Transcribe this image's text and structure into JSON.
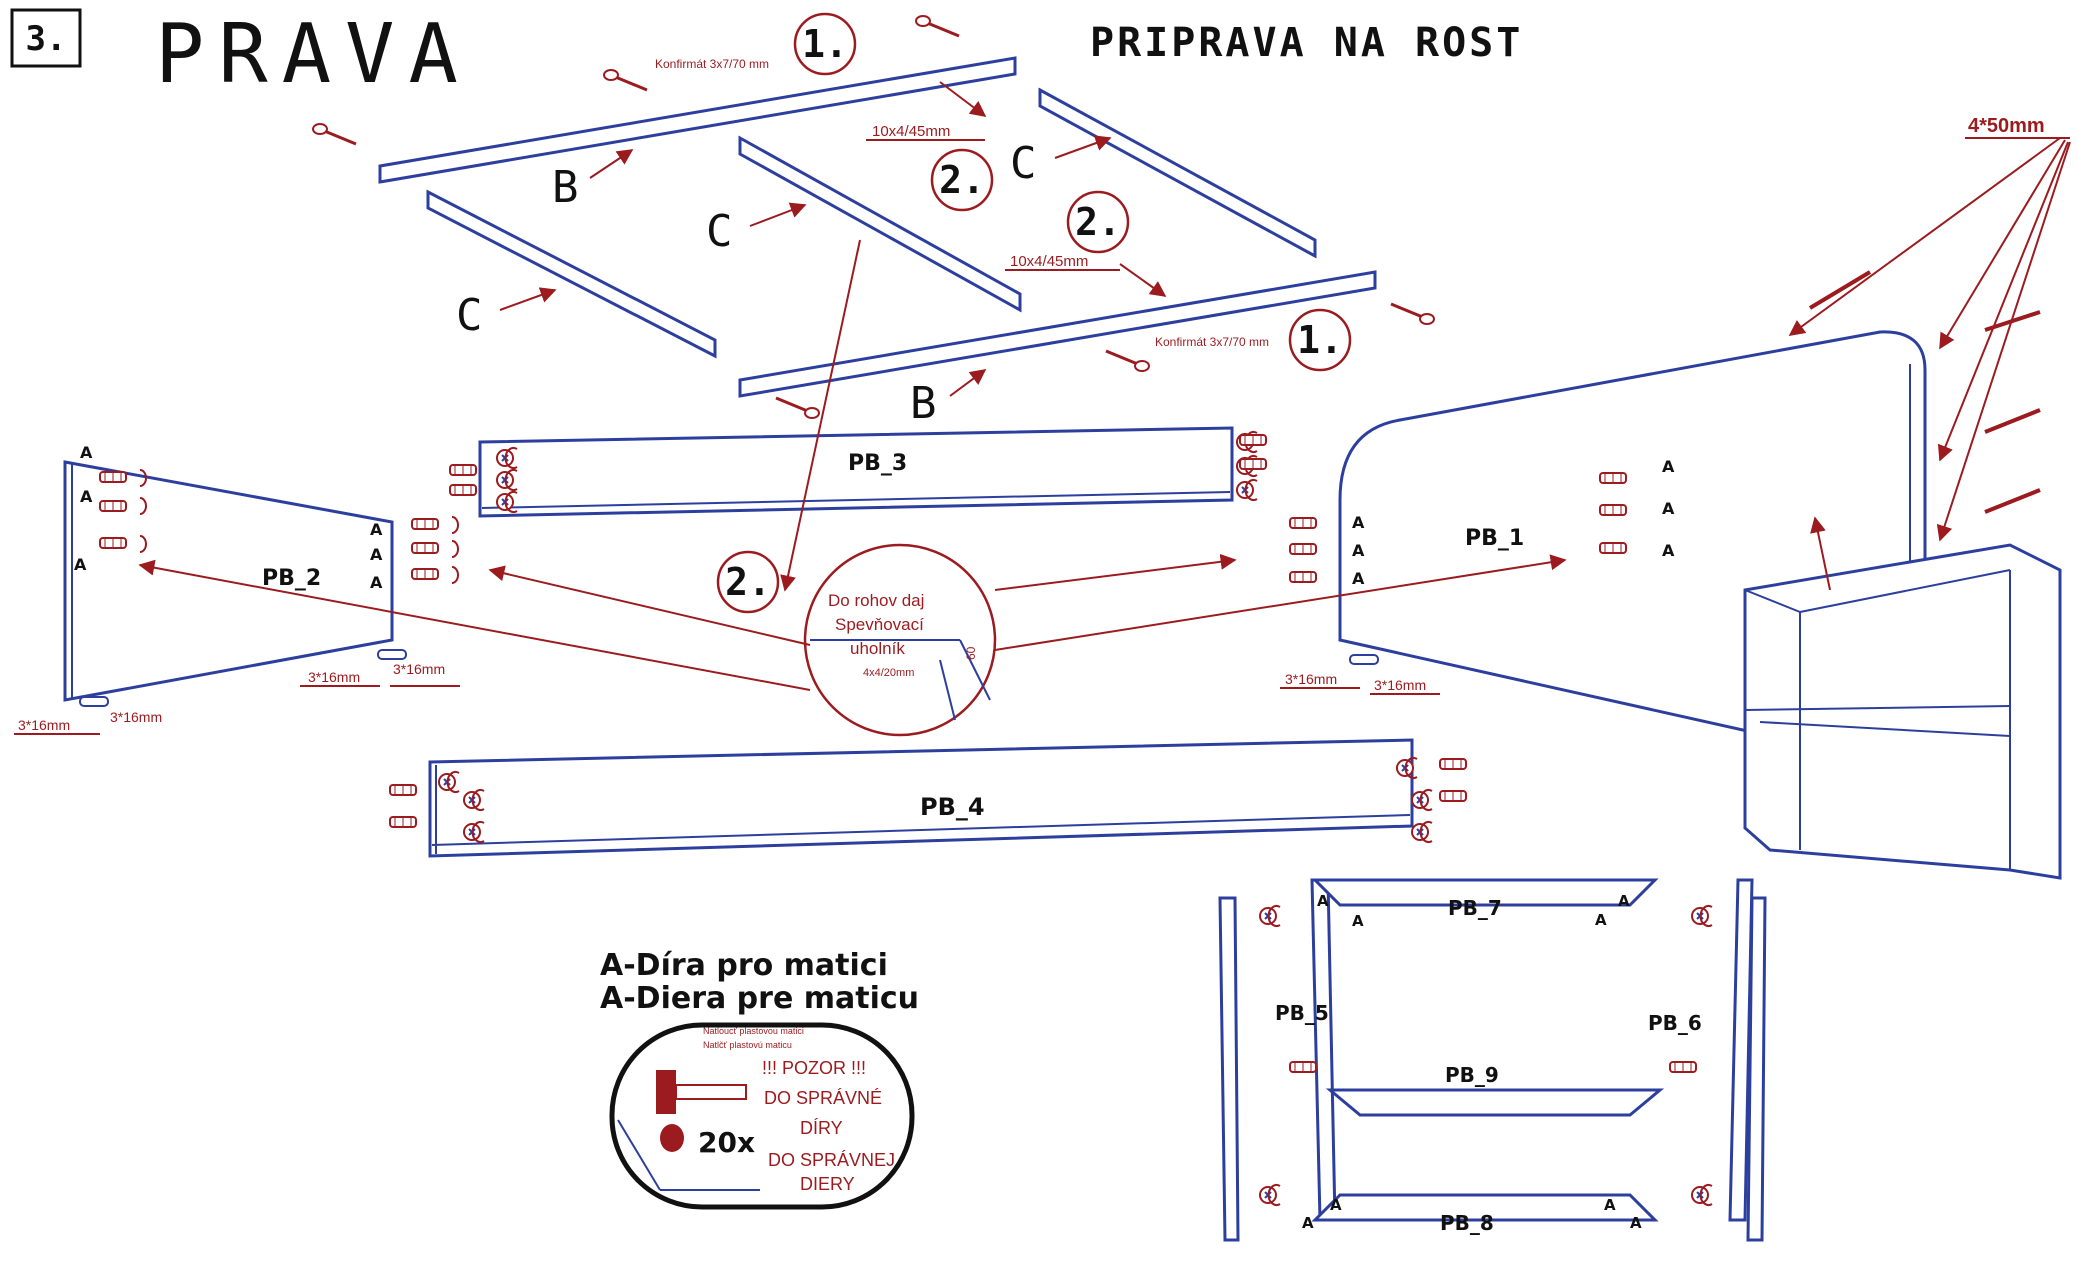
{
  "header": {
    "step_number": "3.",
    "side_title": "PRAVA",
    "subtitle": "PRIPRAVA NA ROST"
  },
  "frame_parts": {
    "b_label": "B",
    "c_label": "C",
    "step1": "1.",
    "step2": "2.",
    "confirmat": "Konfirmát 3x7/70 mm",
    "screw_10x4": "10x4/45mm"
  },
  "screw_note": "4*50mm",
  "panels": {
    "pb1": "PB_1",
    "pb2": "PB_2",
    "pb3": "PB_3",
    "pb4": "PB_4",
    "pb5": "PB_5",
    "pb6": "PB_6",
    "pb7": "PB_7",
    "pb8": "PB_8",
    "pb9": "PB_9"
  },
  "hole_label": "A",
  "screw_3x16": "3*16mm",
  "corner_detail": {
    "step": "2.",
    "line1": "Do rohov daj",
    "line2": "Spevňovací",
    "line3": "uholník",
    "size": "4x4/20mm",
    "dim": "60"
  },
  "legend": {
    "line1": "A-Díra pro matici",
    "line2": "A-Diera pre maticu",
    "tiny1": "Natloucť plastovou matici",
    "tiny2": "Natlčť plastovú maticu",
    "warn1": "!!! POZOR !!!",
    "warn2": "DO SPRÁVNÉ",
    "warn3": "DÍRY",
    "warn4": "DO SPRÁVNEJ",
    "warn5": "DIERY",
    "count": "20x"
  }
}
